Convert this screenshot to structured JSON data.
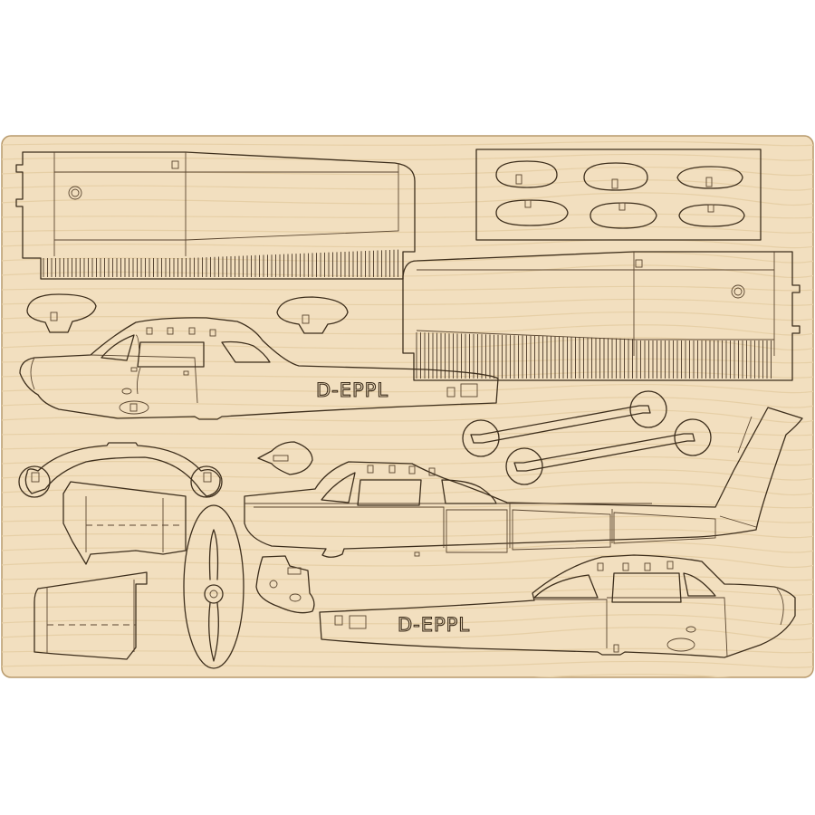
{
  "sheet": {
    "wood_color": "#f2dfbf",
    "grain_color": "#e6cfa6",
    "cut_color": "#3d2e1c"
  },
  "registration": {
    "left_fuselage": "D-EPPL",
    "right_fuselage": "D-EPPL"
  },
  "parts": [
    "upper-wing",
    "window-panel",
    "lower-wing",
    "left-fuselage",
    "center-fuselage",
    "right-fuselage",
    "wheel-axle-1",
    "wheel-axle-2",
    "landing-gear",
    "stabilizer-left",
    "stabilizer-right",
    "propeller",
    "small-tab-1",
    "small-tab-2",
    "arrow-piece"
  ]
}
